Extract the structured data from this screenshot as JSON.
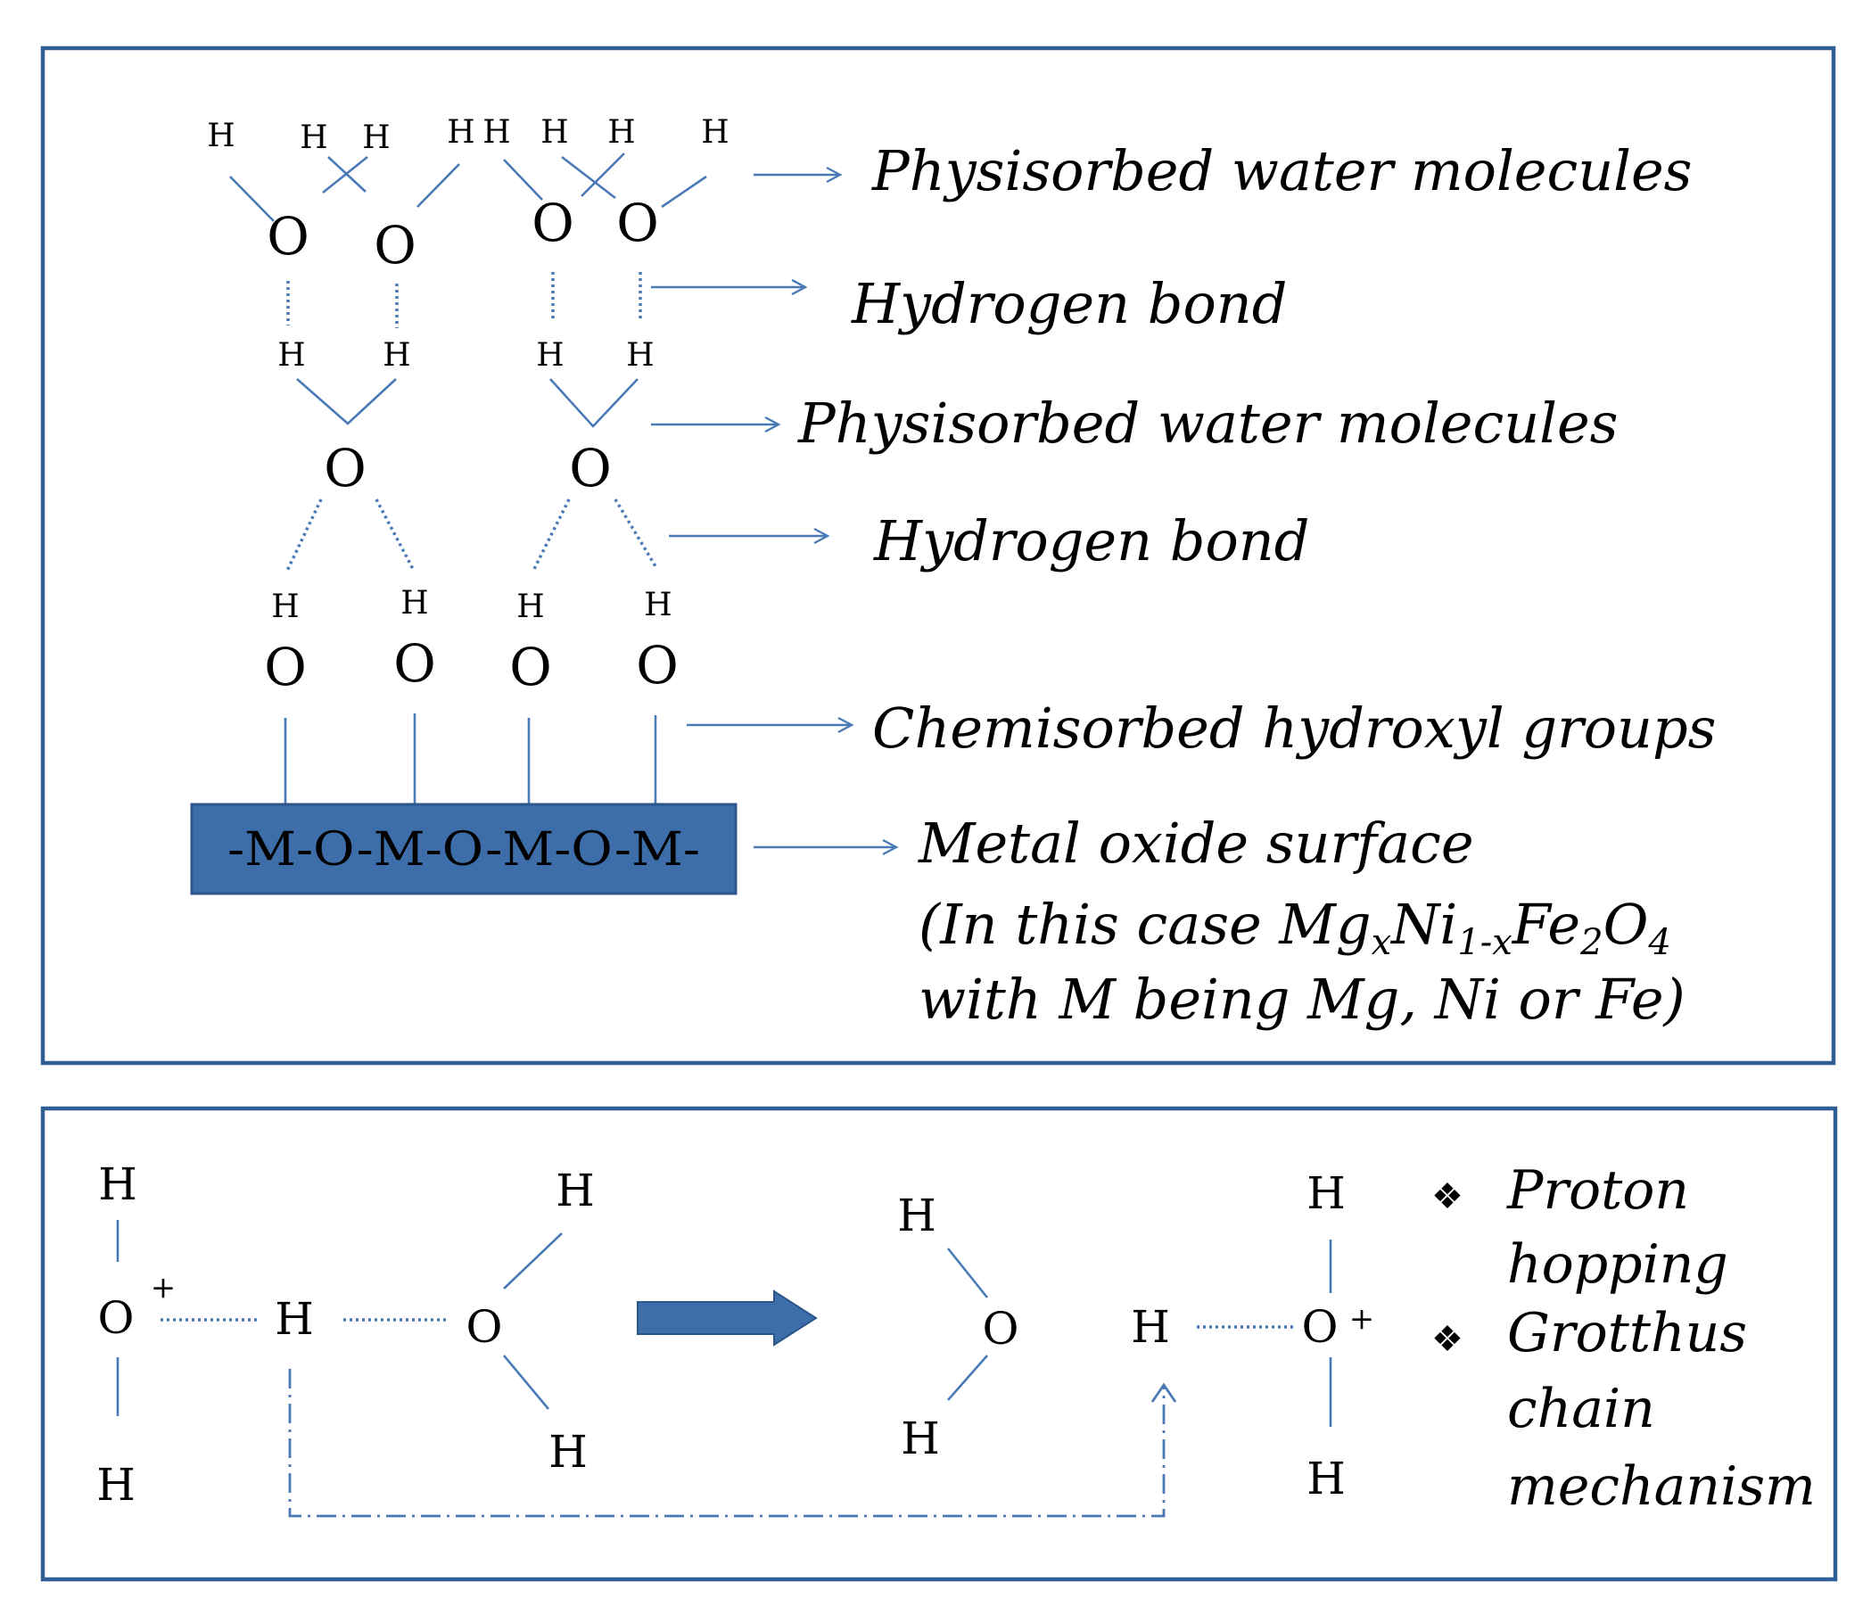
{
  "colors": {
    "line": "#4a7ab5",
    "frame": "#2e5f95",
    "surface_fill": "#3d6eaa",
    "surface_border": "#2b568a",
    "text": "#000000"
  },
  "atoms": {
    "H": "H",
    "O": "O",
    "O_plus": "O",
    "plus": "+"
  },
  "top_panel": {
    "surface_text": "-M-O-M-O-M-O-M-",
    "labels": {
      "physisorbed_1": "Physisorbed water molecules",
      "hydrogen_bond_1": "Hydrogen bond",
      "physisorbed_2": "Physisorbed water molecules",
      "hydrogen_bond_2": "Hydrogen bond",
      "chemisorbed": "Chemisorbed hydroxyl groups",
      "metal_oxide": "Metal oxide surface",
      "case_prefix": "(In this case Mg",
      "case_sub_x": "x",
      "case_ni": "Ni",
      "case_sub_1x": "1-x",
      "case_fe": "Fe",
      "case_sub_2": "2",
      "case_o": "O",
      "case_sub_4": "4",
      "with_m": "with M being Mg, Ni or Fe)"
    }
  },
  "bottom_panel": {
    "bullet_symbol": "❖",
    "legend": [
      {
        "lines": [
          "Proton",
          "hopping"
        ]
      },
      {
        "lines": [
          "Grotthus",
          "chain",
          "mechanism"
        ]
      }
    ]
  }
}
